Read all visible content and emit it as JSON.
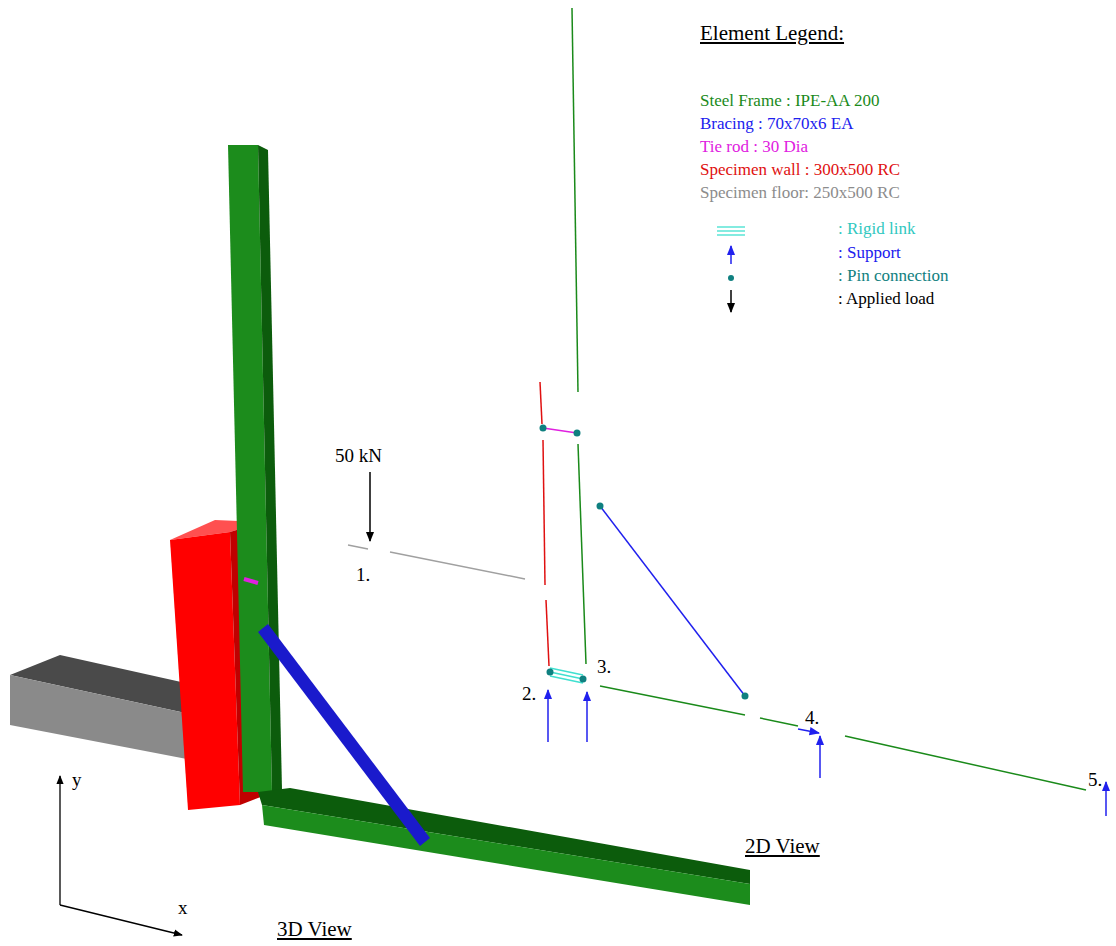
{
  "diagram": {
    "labels": [
      "Element Legend:",
      "50 kN",
      "1.",
      "2.",
      "3.",
      "4.",
      "5.",
      "2D View",
      "3D View",
      "y",
      "x"
    ],
    "legend": [
      {
        "text": "Steel Frame : IPE-AA 200",
        "color": "#1a8a1a"
      },
      {
        "text": "Bracing : 70x70x6 EA",
        "color": "#2020ee"
      },
      {
        "text": "Tie rod : 30 Dia",
        "color": "#e020e0"
      },
      {
        "text": "Specimen wall : 300x500 RC",
        "color": "#e01010"
      },
      {
        "text": "Specimen floor: 250x500 RC",
        "color": "#8c8c8c"
      },
      {
        "text": ": Rigid link"
      },
      {
        "text": ": Support"
      },
      {
        "text": ": Pin connection"
      },
      {
        "text": ": Applied load"
      }
    ]
  }
}
